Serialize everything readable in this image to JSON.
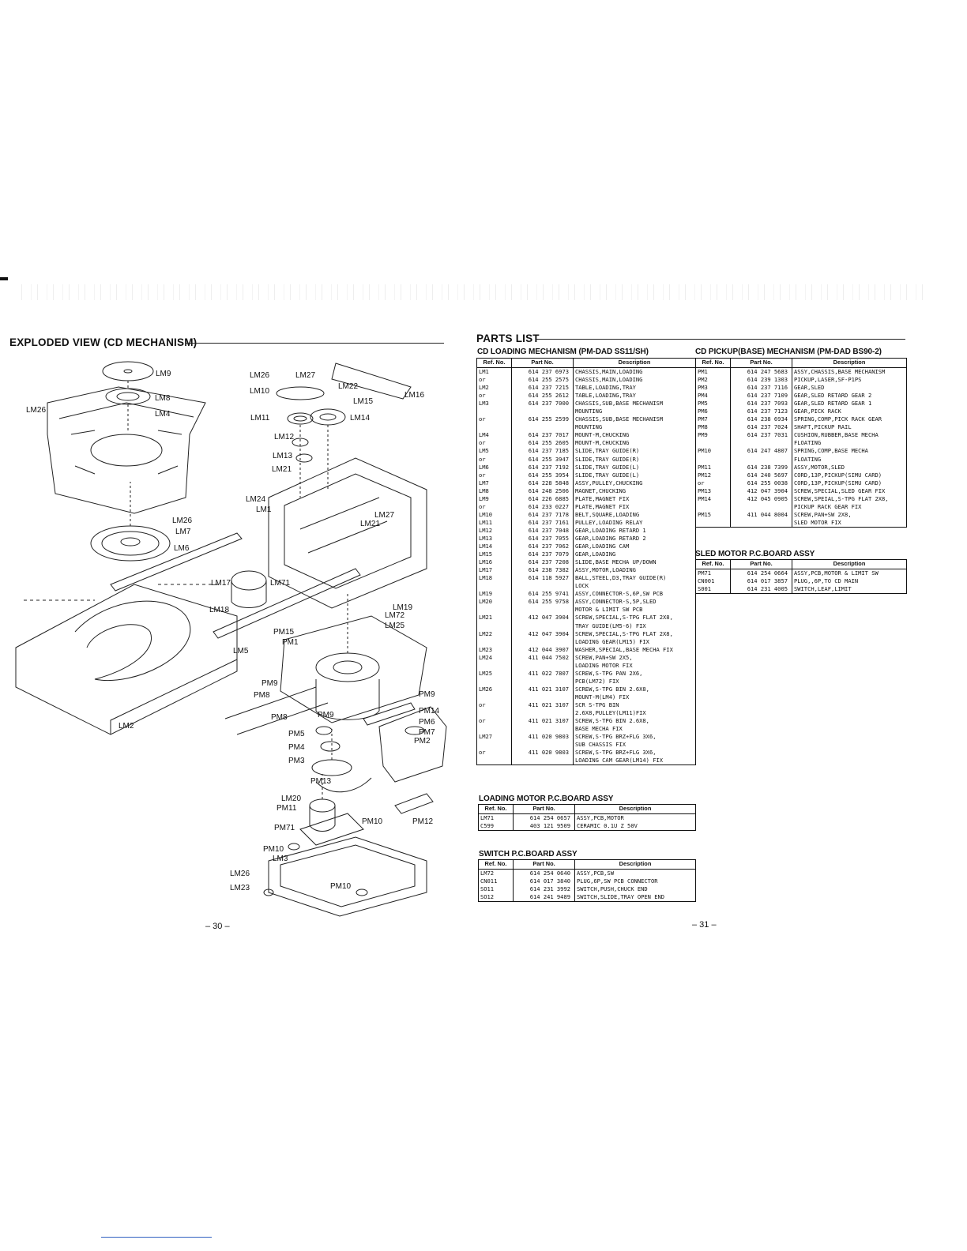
{
  "left_page": {
    "title": "EXPLODED VIEW (CD MECHANISM)",
    "page_number": "– 30 –",
    "callouts": [
      "LM9",
      "LM8",
      "LM4",
      "LM26",
      "LM26",
      "LM7",
      "LM6",
      "LM17",
      "LM71",
      "LM18",
      "LM5",
      "LM2",
      "LM26",
      "LM27",
      "LM10",
      "LM22",
      "LM16",
      "LM15",
      "LM11",
      "LM14",
      "LM12",
      "LM13",
      "LM21",
      "LM24",
      "LM1",
      "LM27",
      "LM21",
      "LM19",
      "LM72",
      "LM25",
      "PM15",
      "PM1",
      "PM9",
      "PM8",
      "PM8",
      "PM9",
      "PM9",
      "PM14",
      "PM6",
      "PM7",
      "PM5",
      "PM2",
      "PM4",
      "PM3",
      "PM13",
      "LM20",
      "PM11",
      "PM10",
      "PM12",
      "PM71",
      "PM10",
      "LM3",
      "LM26",
      "LM23",
      "PM10"
    ]
  },
  "right_page": {
    "title": "PARTS LIST",
    "page_number": "– 31 –",
    "headers": {
      "ref": "Ref. No.",
      "part": "Part No.",
      "desc": "Description"
    },
    "tables": {
      "cd_loading": {
        "title": "CD LOADING MECHANISM (PM-DAD SS11/SH)",
        "rows": [
          [
            "LM1",
            "614 237 6973",
            "CHASSIS,MAIN,LOADING"
          ],
          [
            "or",
            "614 255 2575",
            "CHASSIS,MAIN,LOADING"
          ],
          [
            "LM2",
            "614 237 7215",
            "TABLE,LOADING,TRAY"
          ],
          [
            "or",
            "614 255 2612",
            "TABLE,LOADING,TRAY"
          ],
          [
            "LM3",
            "614 237 7000",
            "CHASSIS,SUB,BASE MECHANISM"
          ],
          [
            "",
            "",
            "MOUNTING"
          ],
          [
            "or",
            "614 255 2599",
            "CHASSIS,SUB,BASE MECHANISM"
          ],
          [
            "",
            "",
            "MOUNTING"
          ],
          [
            "LM4",
            "614 237 7017",
            "MOUNT-M,CHUCKING"
          ],
          [
            "or",
            "614 255 2605",
            "MOUNT-M,CHUCKING"
          ],
          [
            "LM5",
            "614 237 7185",
            "SLIDE,TRAY GUIDE(R)"
          ],
          [
            "or",
            "614 255 3947",
            "SLIDE,TRAY GUIDE(R)"
          ],
          [
            "LM6",
            "614 237 7192",
            "SLIDE,TRAY GUIDE(L)"
          ],
          [
            "or",
            "614 255 3954",
            "SLIDE,TRAY GUIDE(L)"
          ],
          [
            "LM7",
            "614 228 5848",
            "ASSY,PULLEY,CHUCKING"
          ],
          [
            "LM8",
            "614 248 2506",
            "MAGNET,CHUCKING"
          ],
          [
            "LM9",
            "614 226 6885",
            "PLATE,MAGNET FIX"
          ],
          [
            "or",
            "614 233 0227",
            "PLATE,MAGNET FIX"
          ],
          [
            "LM10",
            "614 237 7178",
            "BELT,SQUARE,LOADING"
          ],
          [
            "LM11",
            "614 237 7161",
            "PULLEY,LOADING RELAY"
          ],
          [
            "LM12",
            "614 237 7048",
            "GEAR,LOADING RETARD 1"
          ],
          [
            "LM13",
            "614 237 7055",
            "GEAR,LOADING RETARD 2"
          ],
          [
            "LM14",
            "614 237 7062",
            "GEAR,LOADING CAM"
          ],
          [
            "LM15",
            "614 237 7079",
            "GEAR,LOADING"
          ],
          [
            "LM16",
            "614 237 7208",
            "SLIDE,BASE MECHA UP/DOWN"
          ],
          [
            "LM17",
            "614 238 7382",
            "ASSY,MOTOR,LOADING"
          ],
          [
            "LM18",
            "614 118 5927",
            "BALL,STEEL,D3,TRAY GUIDE(R)"
          ],
          [
            "",
            "",
            "LOCK"
          ],
          [
            "LM19",
            "614 255 9741",
            "ASSY,CONNECTOR-S,6P,SW PCB"
          ],
          [
            "LM20",
            "614 255 9758",
            "ASSY,CONNECTOR-S,5P,SLED"
          ],
          [
            "",
            "",
            "MOTOR & LIMIT SW PCB"
          ],
          [
            "LM21",
            "412 047 3904",
            "SCREW,SPECIAL,S-TPG FLAT 2X8,"
          ],
          [
            "",
            "",
            "TRAY GUIDE(LM5·6) FIX"
          ],
          [
            "LM22",
            "412 047 3904",
            "SCREW,SPECIAL,S-TPG FLAT 2X8,"
          ],
          [
            "",
            "",
            "LOADING GEAR(LM15) FIX"
          ],
          [
            "LM23",
            "412 044 3907",
            "WASHER,SPECIAL,BASE MECHA FIX"
          ],
          [
            "LM24",
            "411 044 7502",
            "SCREW,PAN+SW 2X5,"
          ],
          [
            "",
            "",
            "LOADING MOTOR FIX"
          ],
          [
            "LM25",
            "411 022 7807",
            "SCREW,S-TPG PAN 2X6,"
          ],
          [
            "",
            "",
            "PCB(LM72) FIX"
          ],
          [
            "LM26",
            "411 021 3107",
            "SCREW,S-TPG BIN 2.6X8,"
          ],
          [
            "",
            "",
            "MOUNT-M(LM4) FIX"
          ],
          [
            "or",
            "411 021 3107",
            "SCR S-TPG BIN"
          ],
          [
            "",
            "",
            "2.6X8,PULLEY(LM11)FIX"
          ],
          [
            "or",
            "411 021 3107",
            "SCREW,S-TPG BIN 2.6X8,"
          ],
          [
            "",
            "",
            "BASE MECHA FIX"
          ],
          [
            "LM27",
            "411 020 9803",
            "SCREW,S-TPG BRZ+FLG 3X6,"
          ],
          [
            "",
            "",
            "SUB CHASSIS FIX"
          ],
          [
            "or",
            "411 020 9803",
            "SCREW,S-TPG BRZ+FLG 3X6,"
          ],
          [
            "",
            "",
            "LOADING CAM GEAR(LM14) FIX"
          ],
          [
            "",
            "",
            ""
          ]
        ]
      },
      "loading_motor": {
        "title": "LOADING MOTOR P.C.BOARD ASSY",
        "rows": [
          [
            "LM71",
            "614 254 0657",
            "ASSY,PCB,MOTOR"
          ],
          [
            "C599",
            "403 121 9509",
            "CERAMIC 0.1U Z 50V"
          ],
          [
            "",
            "",
            ""
          ]
        ]
      },
      "switch_pcb": {
        "title": "SWITCH P.C.BOARD ASSY",
        "rows": [
          [
            "LM72",
            "614 254 0640",
            "ASSY,PCB,SW"
          ],
          [
            "CN011",
            "614 017 3840",
            "PLUG,6P,SW PCB CONNECTOR"
          ],
          [
            "SO11",
            "614 231 3992",
            "SWITCH,PUSH,CHUCK END"
          ],
          [
            "SO12",
            "614 241 9489",
            "SWITCH,SLIDE,TRAY OPEN END"
          ]
        ]
      },
      "cd_pickup": {
        "title": "CD PICKUP(BASE) MECHANISM (PM-DAD BS90-2)",
        "rows": [
          [
            "PM1",
            "614 247 5683",
            "ASSY,CHASSIS,BASE MECHANISM"
          ],
          [
            "PM2",
            "614 239 1303",
            "PICKUP,LASER,SF-P1PS"
          ],
          [
            "PM3",
            "614 237 7116",
            "GEAR,SLED"
          ],
          [
            "PM4",
            "614 237 7109",
            "GEAR,SLED RETARD GEAR 2"
          ],
          [
            "PM5",
            "614 237 7093",
            "GEAR,SLED RETARD GEAR 1"
          ],
          [
            "PM6",
            "614 237 7123",
            "GEAR,PICK RACK"
          ],
          [
            "PM7",
            "614 238 6934",
            "SPRING,COMP,PICK RACK GEAR"
          ],
          [
            "PM8",
            "614 237 7024",
            "SHAFT,PICKUP RAIL"
          ],
          [
            "PM9",
            "614 237 7031",
            "CUSHION,RUBBER,BASE MECHA"
          ],
          [
            "",
            "",
            "FLOATING"
          ],
          [
            "PM10",
            "614 247 4807",
            "SPRING,COMP,BASE MECHA"
          ],
          [
            "",
            "",
            "FLOATING"
          ],
          [
            "PM11",
            "614 238 7399",
            "ASSY,MOTOR,SLED"
          ],
          [
            "PM12",
            "614 240 5697",
            "CORD,13P,PICKUP(SIMU CARD)"
          ],
          [
            "or",
            "614 255 0038",
            "CORD,13P,PICKUP(SIMU CARD)"
          ],
          [
            "PM13",
            "412 047 3904",
            "SCREW,SPECIAL,SLED GEAR FIX"
          ],
          [
            "PM14",
            "412 045 0905",
            "SCREW,SPEIAL,S-TPG FLAT 2X8,"
          ],
          [
            "",
            "",
            "PICKUP RACK GEAR FIX"
          ],
          [
            "PM15",
            "411 044 8004",
            "SCREW,PAN+SW 2X8,"
          ],
          [
            "",
            "",
            "SLED MOTOR FIX"
          ],
          [
            "",
            "",
            ""
          ],
          [
            "",
            "",
            ""
          ]
        ]
      },
      "sled_motor": {
        "title": "SLED MOTOR P.C.BOARD ASSY",
        "rows": [
          [
            "PM71",
            "614 254 0664",
            "ASSY,PCB,MOTOR & LIMIT SW"
          ],
          [
            "CN001",
            "614 017 3857",
            "PLUG,,6P,TO CD MAIN"
          ],
          [
            "S001",
            "614 231 4005",
            "SWITCH,LEAF,LIMIT"
          ]
        ]
      }
    }
  }
}
